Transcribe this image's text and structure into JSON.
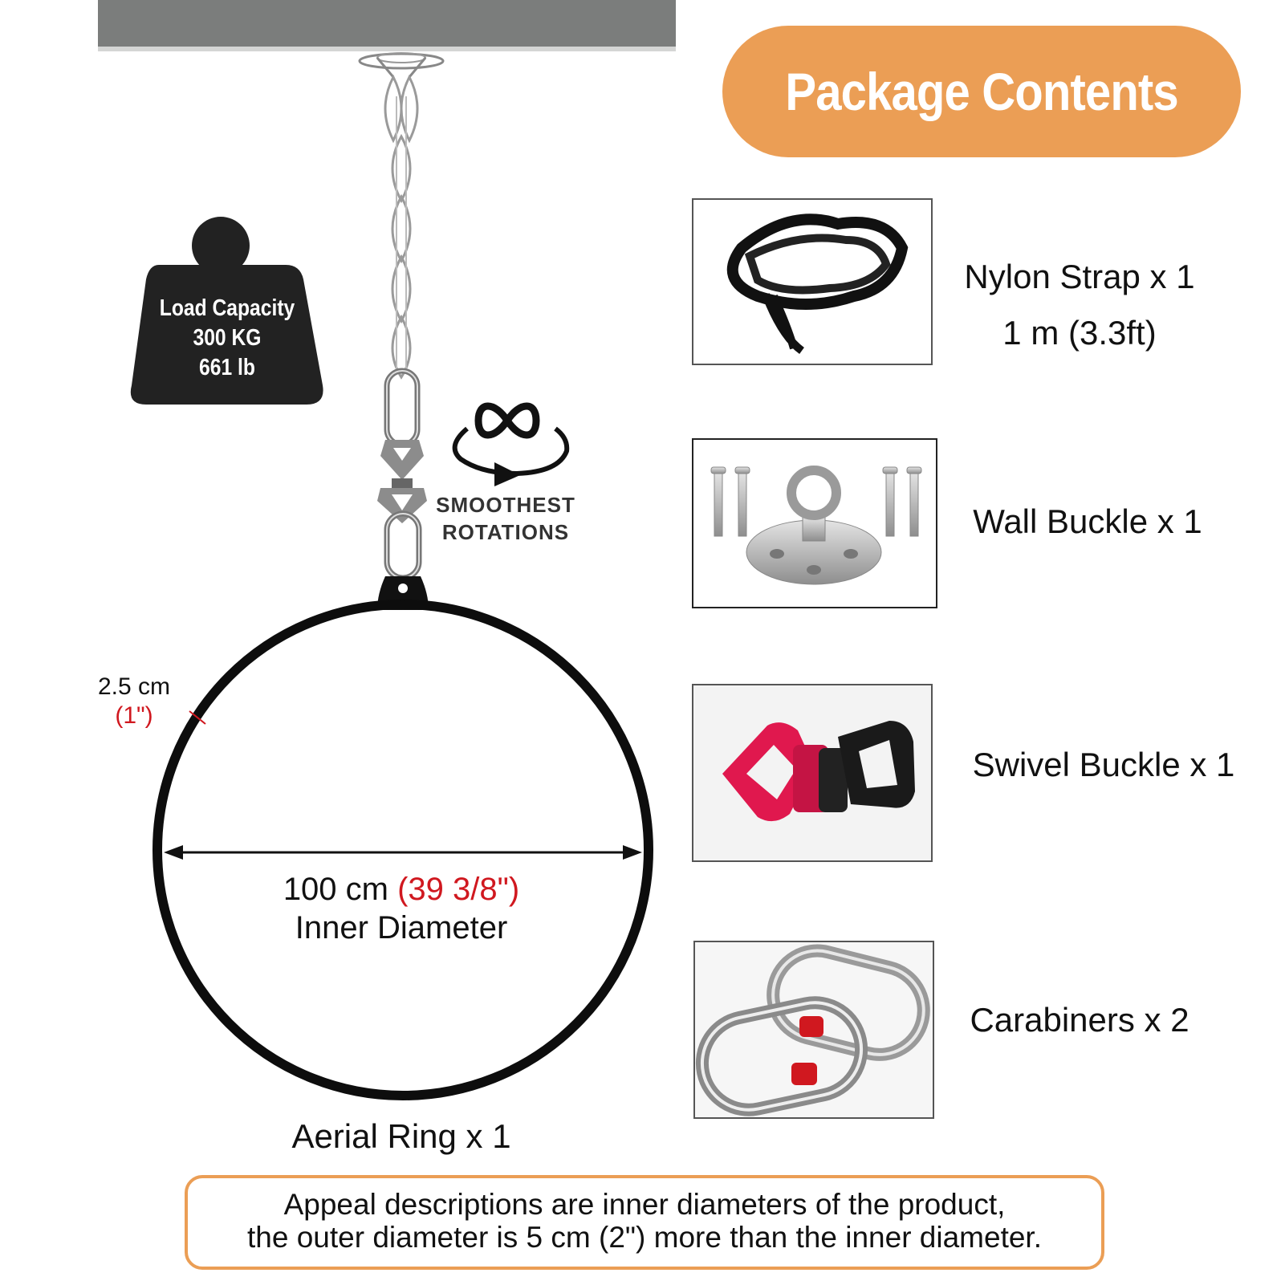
{
  "header": {
    "title": "Package Contents"
  },
  "load_capacity": {
    "line1": "Load Capacity",
    "line2": "300 KG",
    "line3": "661 lb"
  },
  "rotation": {
    "line1": "SMOOTHEST",
    "line2": "ROTATIONS"
  },
  "ring": {
    "thickness_metric": "2.5 cm",
    "thickness_imperial": "(1\")",
    "diameter_metric": "100 cm",
    "diameter_imperial": "(39 3/8\")",
    "diameter_caption": "Inner Diameter",
    "label": "Aerial Ring x 1"
  },
  "items": [
    {
      "name": "Nylon Strap x 1",
      "detail": "1 m (3.3ft)"
    },
    {
      "name": "Wall Buckle x 1"
    },
    {
      "name": "Swivel Buckle x 1"
    },
    {
      "name": "Carabiners x 2"
    }
  ],
  "note": {
    "line1": "Appeal descriptions are inner diameters of the product,",
    "line2": "the outer diameter is 5 cm (2\") more than the inner diameter."
  },
  "colors": {
    "accent": "#eb9e55",
    "highlight": "#d0181f",
    "ceiling": "#7b7d7c",
    "weight": "#222222"
  }
}
